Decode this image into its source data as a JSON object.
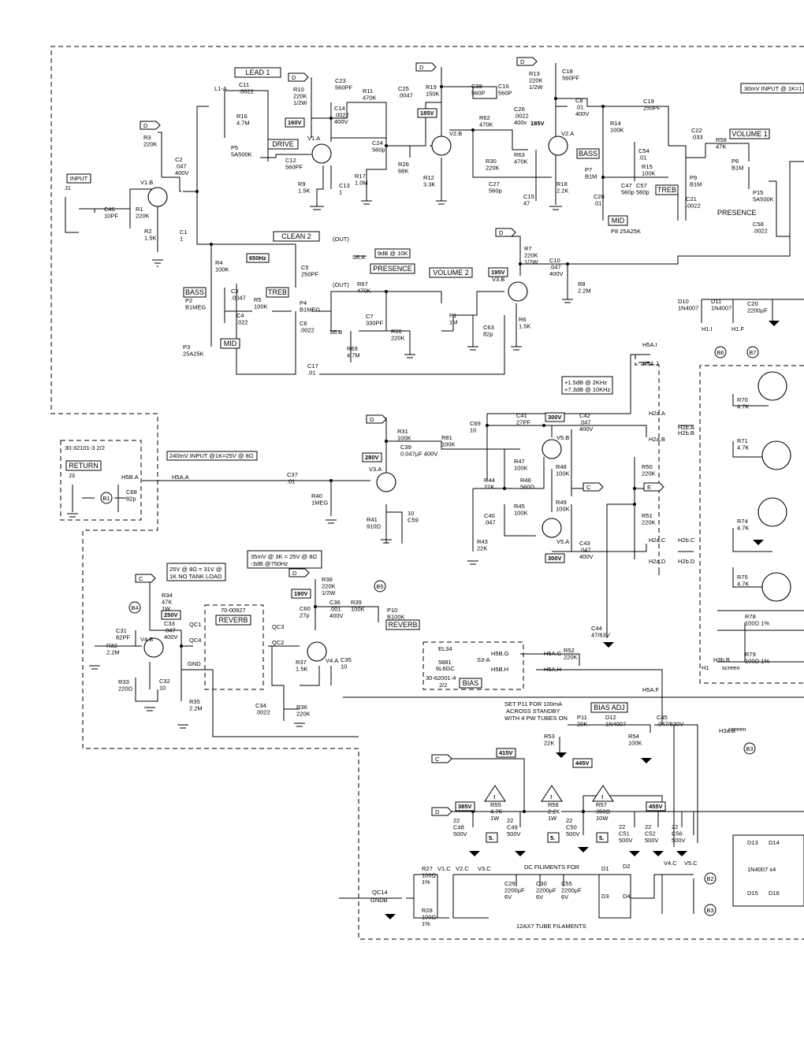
{
  "labels": {
    "lead1": "LEAD 1",
    "drive": "DRIVE",
    "clean2": "CLEAN 2",
    "input": "INPUT",
    "presence_top": "PRESENCE",
    "presence_mid": "PRESENCE",
    "volume1": "VOLUME 1",
    "volume2": "VOLUME 2",
    "bass1": "BASS",
    "bass2": "BASS",
    "treb1": "TREB",
    "treb2": "TREB",
    "mid1": "MID",
    "mid2": "MID",
    "return": "RETURN",
    "reverb_ctrl": "REVERB",
    "reverb_tank": "REVERB",
    "bias": "BIAS",
    "bias_adj": "BIAS ADJ"
  },
  "notes": {
    "input_30mv": "30mV INPUT @ 1K=1",
    "gain_9db": "9dB @ 10K",
    "f650": "650Hz",
    "boost1": "+1.5dB @ 2KHz",
    "boost2": "+7.3dB @ 10KHz",
    "return_in": "240mV INPUT @1K=25V @ 8Ω",
    "tank1": "25V @ 8Ω = 31V @",
    "tank2": "1K  NO TANK LOAD",
    "rev1": "35mV @ 3K = 25V @ 8Ω",
    "rev2": "-3dB @750Hz",
    "p11_1": "SET P11 FOR 100mA",
    "p11_2": "ACROSS STANDBY",
    "p11_3": "WITH 4 PW TUBES ON",
    "filament_dc": "DC FILIMENTS FOR",
    "filament_12ax7": "12AX7  TUBE  FILAMENTS",
    "part_return": "30-32101-3  2/2",
    "part_bias": "30-62001-4",
    "part_bias_frac": "2/2",
    "part_reverb": "70-00927",
    "tube_el34": "EL34",
    "tube_5881": "5881",
    "tube_6l6": "6L6GC",
    "out": "(OUT)",
    "diodes": "1N4007 x4"
  },
  "voltages": {
    "v160": "160V",
    "v185": "185V",
    "v195": "195V",
    "v280": "280V",
    "v300a": "300V",
    "v300b": "300V",
    "v190": "190V",
    "v250": "250V",
    "v385": "385V",
    "v415": "415V",
    "v445": "445V",
    "v455": "455V",
    "v185b": "185V",
    "s5a": "5.",
    "s5b": "5.",
    "s5c": "5.",
    "s5d": "5."
  },
  "components": [
    {
      "k": "r3",
      "l": [
        "R3",
        "220K"
      ]
    },
    {
      "k": "r1",
      "l": [
        "R1",
        "220K"
      ]
    },
    {
      "k": "r2",
      "l": [
        "R2",
        "1.5K"
      ]
    },
    {
      "k": "c1",
      "l": [
        "C1",
        "1"
      ]
    },
    {
      "k": "c46",
      "l": [
        "C46",
        "10PF"
      ]
    },
    {
      "k": "c2",
      "l": [
        "C2",
        ".047",
        "400V"
      ]
    },
    {
      "k": "c11",
      "l": [
        "C11",
        ".0022"
      ]
    },
    {
      "k": "r16",
      "l": [
        "R16",
        "4.7M"
      ]
    },
    {
      "k": "p5",
      "l": [
        "P5",
        "5A500K"
      ]
    },
    {
      "k": "c12",
      "l": [
        "C12",
        "560PF"
      ]
    },
    {
      "k": "r10",
      "l": [
        "R10",
        "220K",
        "1/2W"
      ]
    },
    {
      "k": "c23",
      "l": [
        "C23",
        "560PF"
      ]
    },
    {
      "k": "c14",
      "l": [
        "C14",
        ".0022",
        "400V"
      ]
    },
    {
      "k": "r9",
      "l": [
        "R9",
        "1.5K"
      ]
    },
    {
      "k": "c13",
      "l": [
        "C13",
        "1"
      ]
    },
    {
      "k": "r11",
      "l": [
        "R11",
        "470K"
      ]
    },
    {
      "k": "c24",
      "l": [
        "C24",
        "560p"
      ]
    },
    {
      "k": "r17",
      "l": [
        "R17",
        "1.0M"
      ]
    },
    {
      "k": "c25",
      "l": [
        "C25",
        ".0047"
      ]
    },
    {
      "k": "r26",
      "l": [
        "R26",
        "68K"
      ]
    },
    {
      "k": "r19",
      "l": [
        "R19",
        "150K"
      ]
    },
    {
      "k": "c38",
      "l": [
        "C38",
        "560P"
      ]
    },
    {
      "k": "c16",
      "l": [
        "C16",
        "560P"
      ]
    },
    {
      "k": "r12",
      "l": [
        "R12",
        "3.3K"
      ]
    },
    {
      "k": "r62",
      "l": [
        "R62",
        "470K"
      ]
    },
    {
      "k": "c26",
      "l": [
        "C26",
        ".0022",
        "400v"
      ]
    },
    {
      "k": "r30",
      "l": [
        "R30",
        "220K"
      ]
    },
    {
      "k": "c27",
      "l": [
        "C27",
        "560p"
      ]
    },
    {
      "k": "r63",
      "l": [
        "R63",
        "470K"
      ]
    },
    {
      "k": "c15",
      "l": [
        "C15",
        "47"
      ]
    },
    {
      "k": "r18",
      "l": [
        "R18",
        "2.2K"
      ]
    },
    {
      "k": "r13",
      "l": [
        "R13",
        "220K",
        "1/2W"
      ]
    },
    {
      "k": "c18",
      "l": [
        "C18",
        "560PF"
      ]
    },
    {
      "k": "c8",
      "l": [
        "C8",
        ".01",
        "400V"
      ]
    },
    {
      "k": "r14",
      "l": [
        "R14",
        "100K"
      ]
    },
    {
      "k": "c54",
      "l": [
        "C54",
        ".01"
      ]
    },
    {
      "k": "p7",
      "l": [
        "P7",
        "B1M"
      ]
    },
    {
      "k": "c19",
      "l": [
        "C19",
        "250PF"
      ]
    },
    {
      "k": "r15",
      "l": [
        "R15",
        "100K"
      ]
    },
    {
      "k": "c47",
      "l": [
        "C47",
        "560p"
      ]
    },
    {
      "k": "c57",
      "l": [
        "C57",
        "560p"
      ]
    },
    {
      "k": "c28",
      "l": [
        "C28",
        ".01"
      ]
    },
    {
      "k": "p8",
      "l": [
        "P8 25A25K"
      ]
    },
    {
      "k": "p9",
      "l": [
        "P9",
        "B1M"
      ]
    },
    {
      "k": "c21",
      "l": [
        "C21",
        ".0022"
      ]
    },
    {
      "k": "c22",
      "l": [
        "C22",
        ".033"
      ]
    },
    {
      "k": "r58",
      "l": [
        "R58",
        "47K"
      ]
    },
    {
      "k": "p6",
      "l": [
        "P6",
        "B1M"
      ]
    },
    {
      "k": "p15",
      "l": [
        "P15",
        "5A500K"
      ]
    },
    {
      "k": "c58",
      "l": [
        "C58",
        ".0022"
      ]
    },
    {
      "k": "r4",
      "l": [
        "R4",
        "100K"
      ]
    },
    {
      "k": "c5",
      "l": [
        "C5",
        "250PF"
      ]
    },
    {
      "k": "c3",
      "l": [
        "C3",
        ".0047"
      ]
    },
    {
      "k": "c4",
      "l": [
        "C4",
        ".022"
      ]
    },
    {
      "k": "p2",
      "l": [
        "P2",
        "B1MEG"
      ]
    },
    {
      "k": "r5",
      "l": [
        "R5",
        "100K"
      ]
    },
    {
      "k": "p4",
      "l": [
        "P4",
        "B1MEG"
      ]
    },
    {
      "k": "c6",
      "l": [
        "C6",
        ".0022"
      ]
    },
    {
      "k": "p3",
      "l": [
        "P3",
        "25A25K"
      ]
    },
    {
      "k": "c17",
      "l": [
        "C17",
        ".01"
      ]
    },
    {
      "k": "s6a",
      "l": [
        "S6.A"
      ]
    },
    {
      "k": "s6b",
      "l": [
        "S6.B"
      ]
    },
    {
      "k": "r67",
      "l": [
        "R67",
        "470K"
      ]
    },
    {
      "k": "c7",
      "l": [
        "C7",
        "330PF"
      ]
    },
    {
      "k": "r69",
      "l": [
        "R69",
        "4.7M"
      ]
    },
    {
      "k": "r66",
      "l": [
        "R66",
        "220K"
      ]
    },
    {
      "k": "p1",
      "l": [
        "P1",
        "1M"
      ]
    },
    {
      "k": "c63",
      "l": [
        "C63",
        "82p"
      ]
    },
    {
      "k": "r7",
      "l": [
        "R7",
        "220K",
        "1/2W"
      ]
    },
    {
      "k": "c10",
      "l": [
        "C10",
        ".047",
        "400V"
      ]
    },
    {
      "k": "r8",
      "l": [
        "R8",
        "2.2M"
      ]
    },
    {
      "k": "r6",
      "l": [
        "R6",
        "1.5K"
      ]
    },
    {
      "k": "d10",
      "l": [
        "D10",
        "1N4007"
      ]
    },
    {
      "k": "d11",
      "l": [
        "D11",
        "1N4007"
      ]
    },
    {
      "k": "c20",
      "l": [
        "C20",
        "2200μF"
      ]
    },
    {
      "k": "r31",
      "l": [
        "R31",
        "100K"
      ]
    },
    {
      "k": "c39",
      "l": [
        "C39",
        "0.047μF 400V"
      ]
    },
    {
      "k": "r81",
      "l": [
        "R81",
        "100K"
      ]
    },
    {
      "k": "c37",
      "l": [
        "C37",
        ".01"
      ]
    },
    {
      "k": "r40",
      "l": [
        "R40",
        "1MEG"
      ]
    },
    {
      "k": "r41",
      "l": [
        "R41",
        "910Ω"
      ]
    },
    {
      "k": "c59",
      "l": [
        "10",
        "C59"
      ]
    },
    {
      "k": "c68",
      "l": [
        "C68",
        "82p"
      ]
    },
    {
      "k": "c69",
      "l": [
        "C69",
        "10"
      ]
    },
    {
      "k": "c41",
      "l": [
        "C41",
        "27PF"
      ]
    },
    {
      "k": "c42",
      "l": [
        "C42",
        ".047",
        "400V"
      ]
    },
    {
      "k": "r47",
      "l": [
        "R47",
        "100K"
      ]
    },
    {
      "k": "r44",
      "l": [
        "R44",
        "22K"
      ]
    },
    {
      "k": "r46",
      "l": [
        "R46",
        "560Ω"
      ]
    },
    {
      "k": "r45",
      "l": [
        "R45",
        "100K"
      ]
    },
    {
      "k": "r48",
      "l": [
        "R48",
        "100K"
      ]
    },
    {
      "k": "r49",
      "l": [
        "R49",
        "100K"
      ]
    },
    {
      "k": "c40",
      "l": [
        "C40",
        ".047"
      ]
    },
    {
      "k": "r43",
      "l": [
        "R43",
        "22K"
      ]
    },
    {
      "k": "c43",
      "l": [
        "C43",
        ".047",
        "400V"
      ]
    },
    {
      "k": "r50",
      "l": [
        "R50",
        "220K"
      ]
    },
    {
      "k": "r51",
      "l": [
        "R51",
        "220K"
      ]
    },
    {
      "k": "r70",
      "l": [
        "R70",
        "4.7K"
      ]
    },
    {
      "k": "r71",
      "l": [
        "R71",
        "4.7K"
      ]
    },
    {
      "k": "r74",
      "l": [
        "R74",
        "4.7K"
      ]
    },
    {
      "k": "r75",
      "l": [
        "R75",
        "4.7K"
      ]
    },
    {
      "k": "r78",
      "l": [
        "R78",
        "100Ω 1%"
      ]
    },
    {
      "k": "r79",
      "l": [
        "R79",
        "100Ω   1%"
      ]
    },
    {
      "k": "r34",
      "l": [
        "R34",
        "47K",
        "1W"
      ]
    },
    {
      "k": "c31",
      "l": [
        "C31",
        "82PF"
      ]
    },
    {
      "k": "c33",
      "l": [
        "C33",
        ".047",
        "400V"
      ]
    },
    {
      "k": "r32",
      "l": [
        "R32",
        "2.2M"
      ]
    },
    {
      "k": "r33",
      "l": [
        "R33",
        "220Ω"
      ]
    },
    {
      "k": "c32",
      "l": [
        "C32",
        "10"
      ]
    },
    {
      "k": "r35",
      "l": [
        "R35",
        "2.2M"
      ]
    },
    {
      "k": "r38",
      "l": [
        "R38",
        "220K",
        "1/2W"
      ]
    },
    {
      "k": "c60",
      "l": [
        "C60",
        "27p"
      ]
    },
    {
      "k": "c36",
      "l": [
        "C36",
        ".001",
        "400V"
      ]
    },
    {
      "k": "r39",
      "l": [
        "R39",
        "100K"
      ]
    },
    {
      "k": "p10",
      "l": [
        "P10",
        "B100K"
      ]
    },
    {
      "k": "r37",
      "l": [
        "R37",
        "1.5K"
      ]
    },
    {
      "k": "c35",
      "l": [
        "C35",
        "10"
      ]
    },
    {
      "k": "c34",
      "l": [
        "C34",
        ".0022"
      ]
    },
    {
      "k": "r36",
      "l": [
        "R36",
        "220K"
      ]
    },
    {
      "k": "c44",
      "l": [
        "C44",
        "47/63V"
      ]
    },
    {
      "k": "r52",
      "l": [
        "R52",
        "220K"
      ]
    },
    {
      "k": "r53",
      "l": [
        "R53",
        "22K"
      ]
    },
    {
      "k": "p11",
      "l": [
        "P11",
        "20K"
      ]
    },
    {
      "k": "d12",
      "l": [
        "D12",
        "1N4007"
      ]
    },
    {
      "k": "r54",
      "l": [
        "R54",
        "100K"
      ]
    },
    {
      "k": "c45",
      "l": [
        "C45",
        ".047/630V"
      ]
    },
    {
      "k": "r55",
      "l": [
        "R55",
        "4.7K",
        "1W"
      ]
    },
    {
      "k": "r56",
      "l": [
        "R56",
        "2.2K",
        "1W"
      ]
    },
    {
      "k": "r57",
      "l": [
        "R57",
        "350Ω",
        "10W"
      ]
    },
    {
      "k": "c48",
      "l": [
        "22",
        "C48",
        "500V"
      ]
    },
    {
      "k": "c49",
      "l": [
        "22",
        "C49",
        "500V"
      ]
    },
    {
      "k": "c50",
      "l": [
        "22",
        "C50",
        "500V"
      ]
    },
    {
      "k": "c51",
      "l": [
        "22",
        "C51",
        "500V"
      ]
    },
    {
      "k": "c52",
      "l": [
        "22",
        "C52",
        "500V"
      ]
    },
    {
      "k": "c56",
      "l": [
        "22",
        "C56",
        "500V"
      ]
    },
    {
      "k": "r27",
      "l": [
        "R27",
        "100Ω",
        "1%"
      ]
    },
    {
      "k": "r28",
      "l": [
        "R28",
        "100Ω",
        "1%"
      ]
    },
    {
      "k": "c29",
      "l": [
        "C29",
        "2200μF",
        "6V"
      ]
    },
    {
      "k": "c30",
      "l": [
        "C30",
        "2200μF",
        "6V"
      ]
    },
    {
      "k": "c55",
      "l": [
        "C55",
        "2200μF",
        "6V"
      ]
    },
    {
      "k": "d13",
      "l": [
        "D13"
      ]
    },
    {
      "k": "d14",
      "l": [
        "D14"
      ]
    },
    {
      "k": "d15",
      "l": [
        "D15"
      ]
    },
    {
      "k": "d16",
      "l": [
        "D16"
      ]
    },
    {
      "k": "d1",
      "l": [
        "D1"
      ]
    },
    {
      "k": "d2",
      "l": [
        "D2"
      ]
    },
    {
      "k": "d3",
      "l": [
        "D3"
      ]
    },
    {
      "k": "d4",
      "l": [
        "D4"
      ]
    },
    {
      "k": "j1",
      "l": [
        "J1"
      ]
    },
    {
      "k": "j3",
      "l": [
        "J3"
      ]
    }
  ],
  "tubes": {
    "v1b": "V1.B",
    "v1a": "V1.A",
    "v2b": "V2.B",
    "v2a": "V2.A",
    "v3b": "V3.B",
    "v3a": "V3.A",
    "v5b": "V5.B",
    "v5a": "V5.A",
    "v4b": "V4.B",
    "v4a": "V4.A",
    "v1c": "V1.C",
    "v2c": "V2.C",
    "v3c": "V3.C",
    "v4c": "V4.C",
    "v5c": "V5.C"
  },
  "connectors": {
    "h5a_i": "H5A.I",
    "h5a_j": "H5A.J",
    "h2a_a": "H2a.A",
    "h2a_b": "H2a.B",
    "h2b_a": "H2b.A",
    "h2b_b": "H2b.B",
    "h2a_c": "H2a.C",
    "h2a_d": "H2a.D",
    "h2b_c": "H2b.C",
    "h2b_d": "H2b.D",
    "h5b_a": "H5B.A",
    "h5a_a": "H5A.A",
    "h5b_g": "H5B.G",
    "h5b_h": "H5B.H",
    "h5a_g": "H5A.G",
    "h5a_h": "H5A.H",
    "h5a_f": "H5A.F",
    "h1_i": "H1.I",
    "h1_f": "H1.F",
    "h1_j": "H1",
    "h3b_b": "H3b.B",
    "h3a_b": "H3a.B",
    "screen1": "screen",
    "screen2": "screen",
    "qc1": "QC1",
    "qc2": "QC2",
    "qc3": "QC3",
    "qc4": "QC4",
    "gnd": "GND",
    "qc14": "QC14",
    "gndb": "GNDB",
    "l1a": "L1-A",
    "s3a": "S3-A"
  },
  "nodes": {
    "b1": "B1",
    "b2": "B2",
    "b3a": "B3",
    "b3b": "B3",
    "b4": "B4",
    "b5": "B5",
    "b6": "B6",
    "b7": "B7"
  },
  "tags": {
    "d1": "D",
    "d2": "D",
    "d3": "D",
    "d4": "D",
    "d5": "D",
    "d6": "D",
    "d7": "D",
    "d8": "D",
    "c1": "C",
    "c2": "C",
    "c3": "C",
    "e": "E"
  },
  "warnings": {
    "w1": "!",
    "w2": "!",
    "w3": "!"
  }
}
